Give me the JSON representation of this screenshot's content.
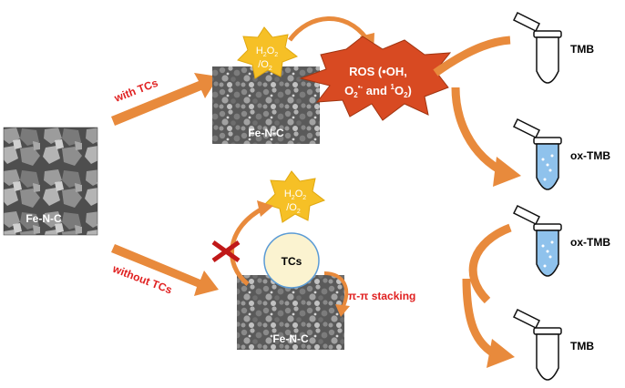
{
  "diagram": {
    "left_material": {
      "label": "Fe-N-C"
    },
    "top_path": {
      "arrow_label": "with TCs",
      "material_label": "Fe-N-C",
      "reagent": {
        "line1_base": "H",
        "line1_sub1": "2",
        "line1_mid": "O",
        "line1_sub2": "2",
        "line2": "/O",
        "line2_sub": "2"
      },
      "product": {
        "line1": "ROS (•OH,",
        "line2_a": "O",
        "line2_a_sub": "2",
        "line2_a_sup": "•-",
        "line2_b": " and ",
        "line2_b_sup": "1",
        "line2_c": "O",
        "line2_c_sub": "2",
        "line2_d": ")"
      }
    },
    "bottom_path": {
      "arrow_label": "without TCs",
      "material_label": "Fe-N-C",
      "blocker_label": "TCs",
      "interaction_label": "π-π stacking",
      "reagent": {
        "line1_base": "H",
        "line1_sub1": "2",
        "line1_mid": "O",
        "line1_sub2": "2",
        "line2": "/O",
        "line2_sub": "2"
      }
    },
    "tubes": [
      {
        "label": "TMB",
        "state": "colorless"
      },
      {
        "label": "ox-TMB",
        "state": "blue"
      },
      {
        "label": "ox-TMB",
        "state": "blue"
      },
      {
        "label": "TMB",
        "state": "colorless"
      }
    ],
    "colors": {
      "arrow_orange": "#e88a3c",
      "arrow_label_red": "#e02020",
      "star_yellow": "#f6c026",
      "ros_red": "#d84a22",
      "tc_circle_fill": "#fbf3d0",
      "tc_circle_stroke": "#5b9bd5",
      "tube_blue": "#8fc2ec",
      "block_x": "#c01818"
    }
  }
}
